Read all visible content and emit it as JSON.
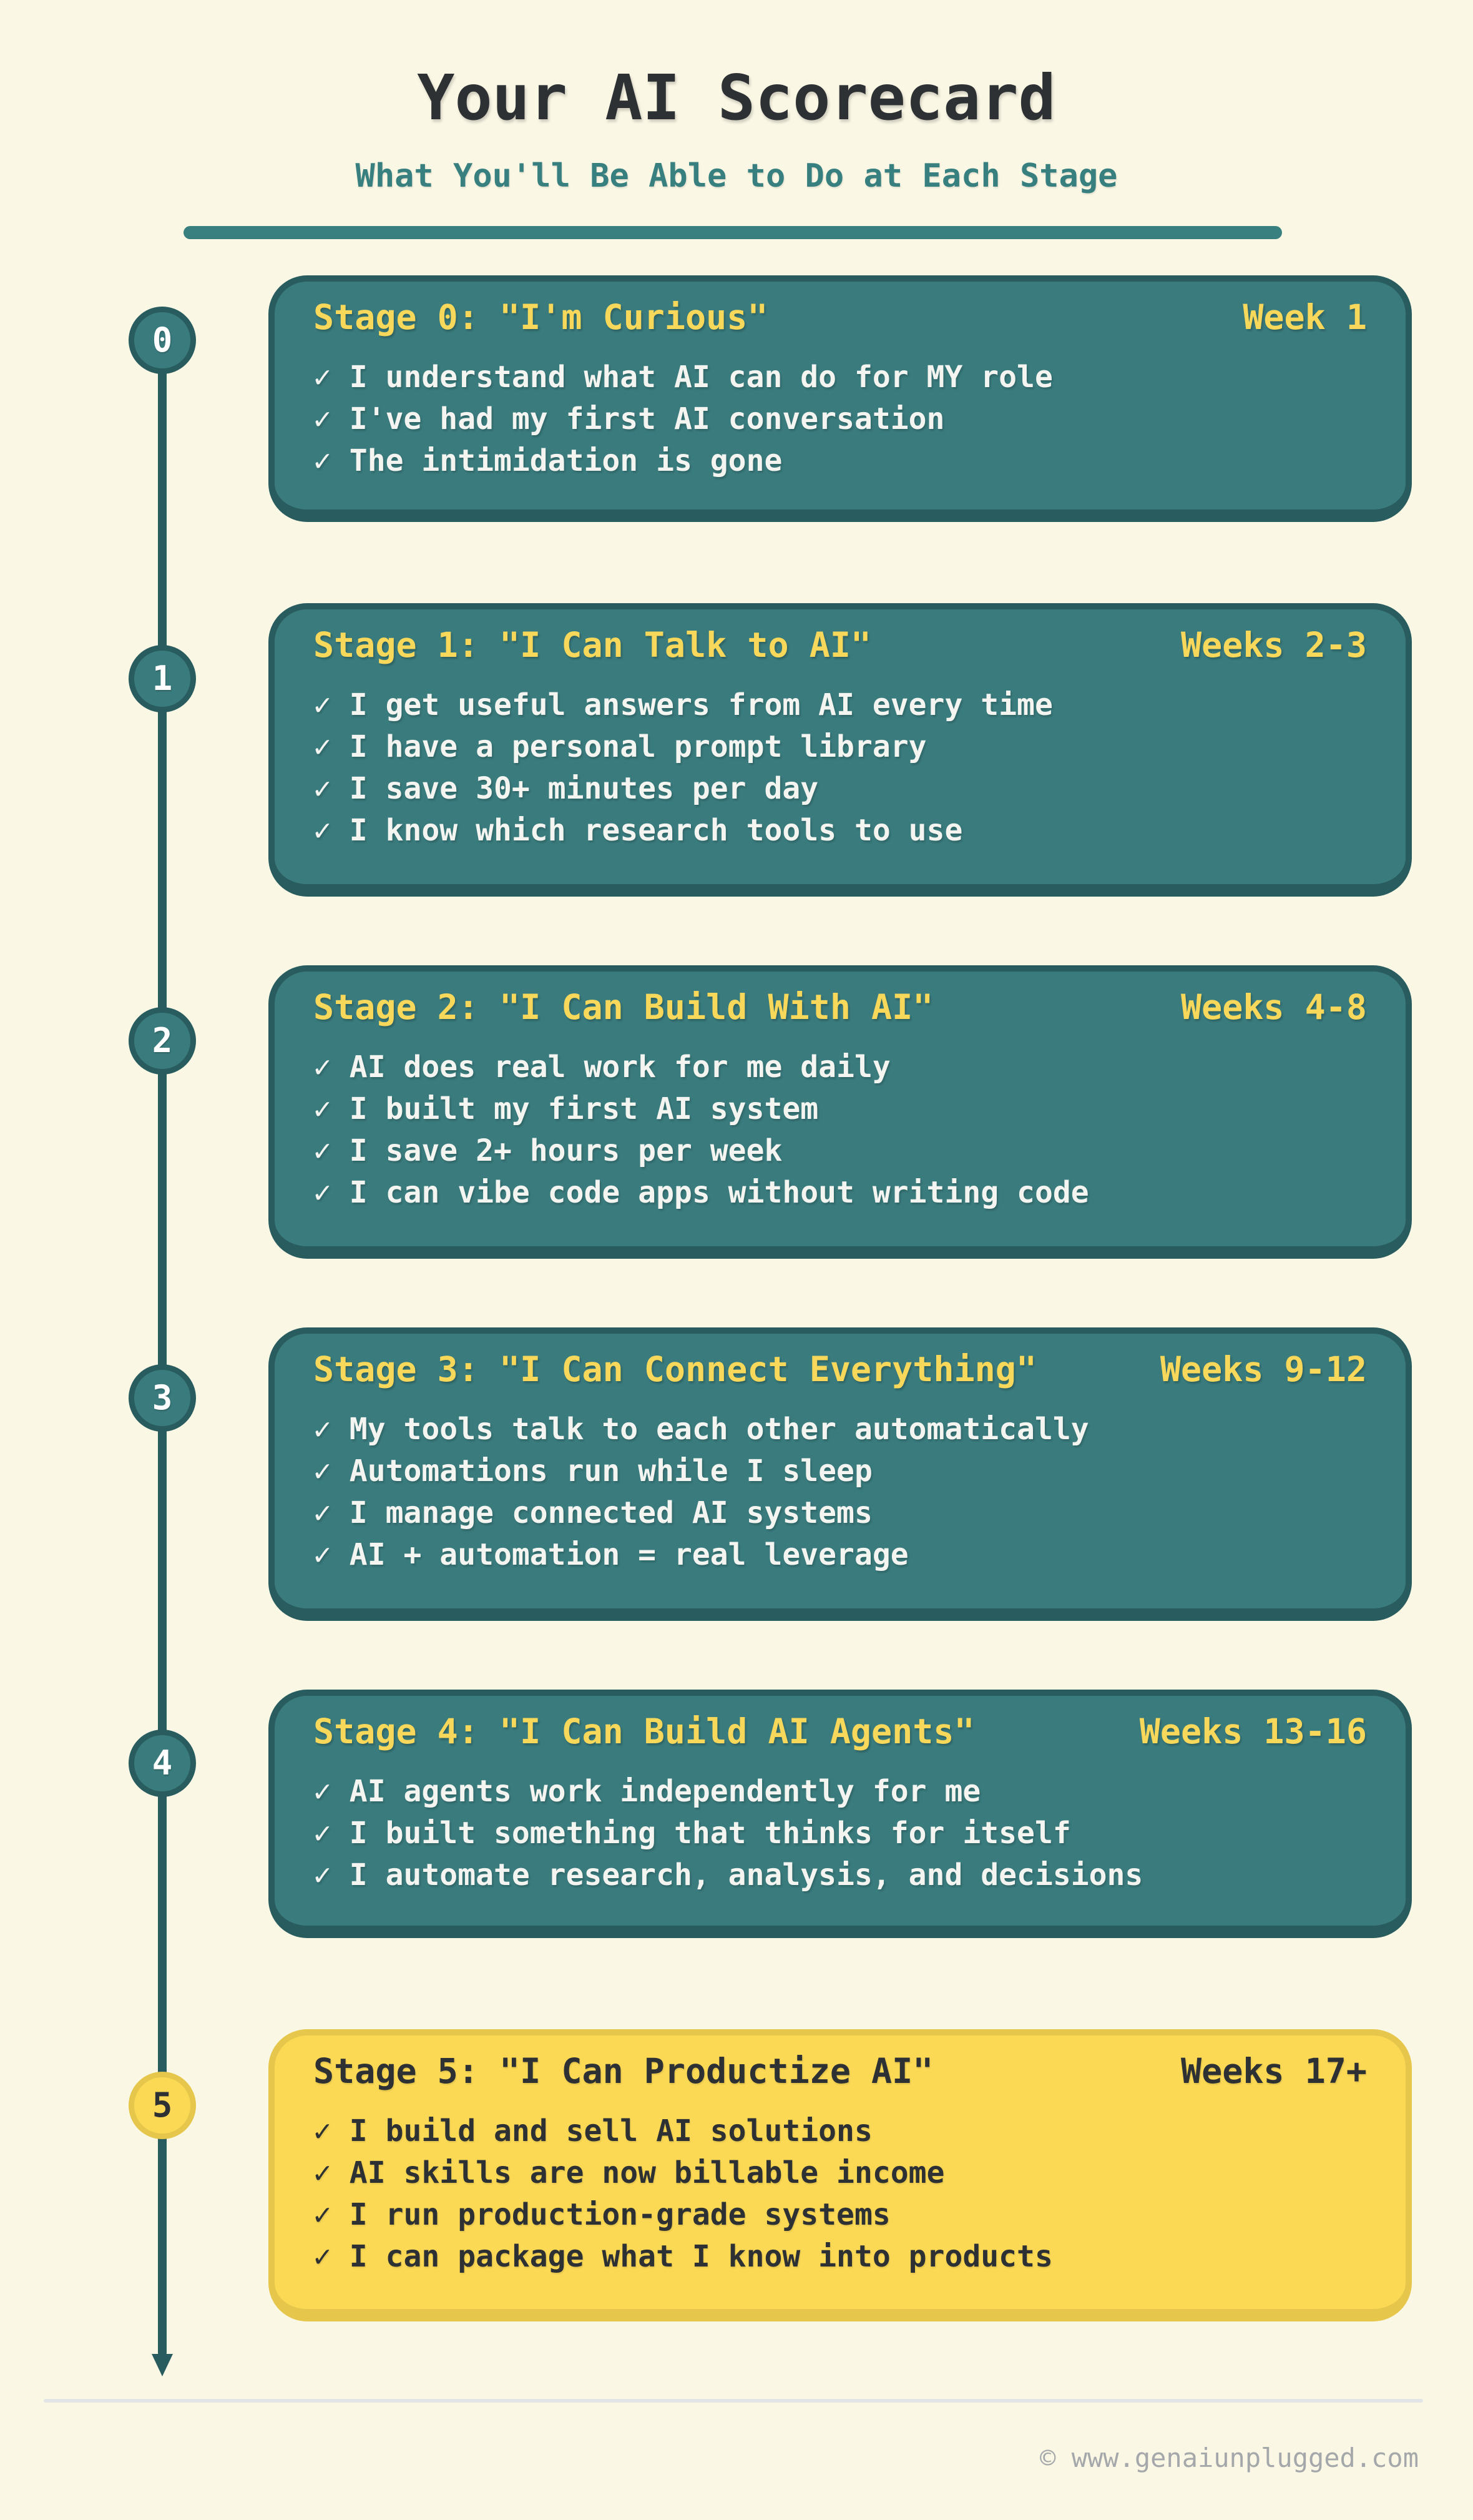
{
  "header": {
    "title": "Your AI Scorecard",
    "subtitle": "What You'll Be Able to Do at Each Stage"
  },
  "stages": [
    {
      "number": "0",
      "title": "Stage 0: \"I'm Curious\"",
      "week": "Week 1",
      "highlight": false,
      "items": [
        "✓ I understand what AI can do for MY role",
        "✓ I've had my first AI conversation",
        "✓ The intimidation is gone"
      ]
    },
    {
      "number": "1",
      "title": "Stage 1: \"I Can Talk to AI\"",
      "week": "Weeks 2-3",
      "highlight": false,
      "items": [
        "✓ I get useful answers from AI every time",
        "✓ I have a personal prompt library",
        "✓ I save 30+ minutes per day",
        "✓ I know which research tools to use"
      ]
    },
    {
      "number": "2",
      "title": "Stage 2: \"I Can Build With AI\"",
      "week": "Weeks 4-8",
      "highlight": false,
      "items": [
        "✓ AI does real work for me daily",
        "✓ I built my first AI system",
        "✓ I save 2+ hours per week",
        "✓ I can vibe code apps without writing code"
      ]
    },
    {
      "number": "3",
      "title": "Stage 3: \"I Can Connect Everything\"",
      "week": "Weeks 9-12",
      "highlight": false,
      "items": [
        "✓ My tools talk to each other automatically",
        "✓ Automations run while I sleep",
        "✓ I manage connected AI systems",
        "✓ AI + automation = real leverage"
      ]
    },
    {
      "number": "4",
      "title": "Stage 4: \"I Can Build AI Agents\"",
      "week": "Weeks 13-16",
      "highlight": false,
      "items": [
        "✓ AI agents work independently for me",
        "✓ I built something that thinks for itself",
        "✓ I automate research, analysis, and decisions"
      ]
    },
    {
      "number": "5",
      "title": "Stage 5: \"I Can Productize AI\"",
      "week": "Weeks 17+",
      "highlight": true,
      "items": [
        "✓ I build and sell AI solutions",
        "✓ AI skills are now billable income",
        "✓ I run production-grade systems",
        "✓ I can package what I know into products"
      ]
    }
  ],
  "footer": {
    "copyright": "© www.genaiunplugged.com"
  },
  "colors": {
    "bg": "#FAF7E5",
    "ink": "#2E3133",
    "teal": "#3A7C7E",
    "teal_dark": "#295C5E",
    "teal_accent": "#38807F",
    "yellow": "#F7D85A",
    "yellow_card": "#FBD955",
    "yellow_dark": "#E6C74B",
    "white_ink": "#F4F5F1",
    "gray_text": "#A5A8AA",
    "gray_rule": "#E3E4E6"
  }
}
